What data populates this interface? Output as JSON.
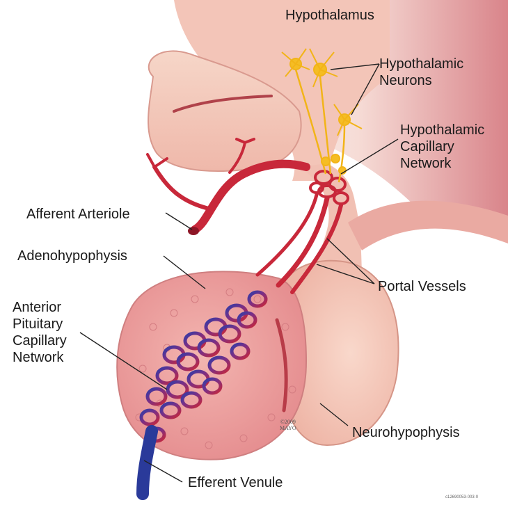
{
  "labels": {
    "hypothalamus": "Hypothalamus",
    "hypothalamic_neurons": [
      "Hypothalamic",
      "Neurons"
    ],
    "hypothalamic_capillary_network": [
      "Hypothalamic",
      "Capillary",
      "Network"
    ],
    "afferent_arteriole": "Afferent Arteriole",
    "adenohypophysis": "Adenohypophysis",
    "anterior_pituitary_capillary_network": [
      "Anterior",
      "Pituitary",
      "Capillary",
      "Network"
    ],
    "portal_vessels": "Portal Vessels",
    "neurohypophysis": "Neurohypophysis",
    "efferent_venule": "Efferent Venule"
  },
  "copyright": [
    "©2009",
    "MAYO"
  ],
  "image_code": "c12690053-003-0",
  "colors": {
    "artery": "#c8283a",
    "vein": "#2a3a9a",
    "neuron": "#f2b418",
    "tissue": "#f3c2b8",
    "gland": "#eea7a2",
    "neurohypophysis": "#f6cfc0"
  }
}
